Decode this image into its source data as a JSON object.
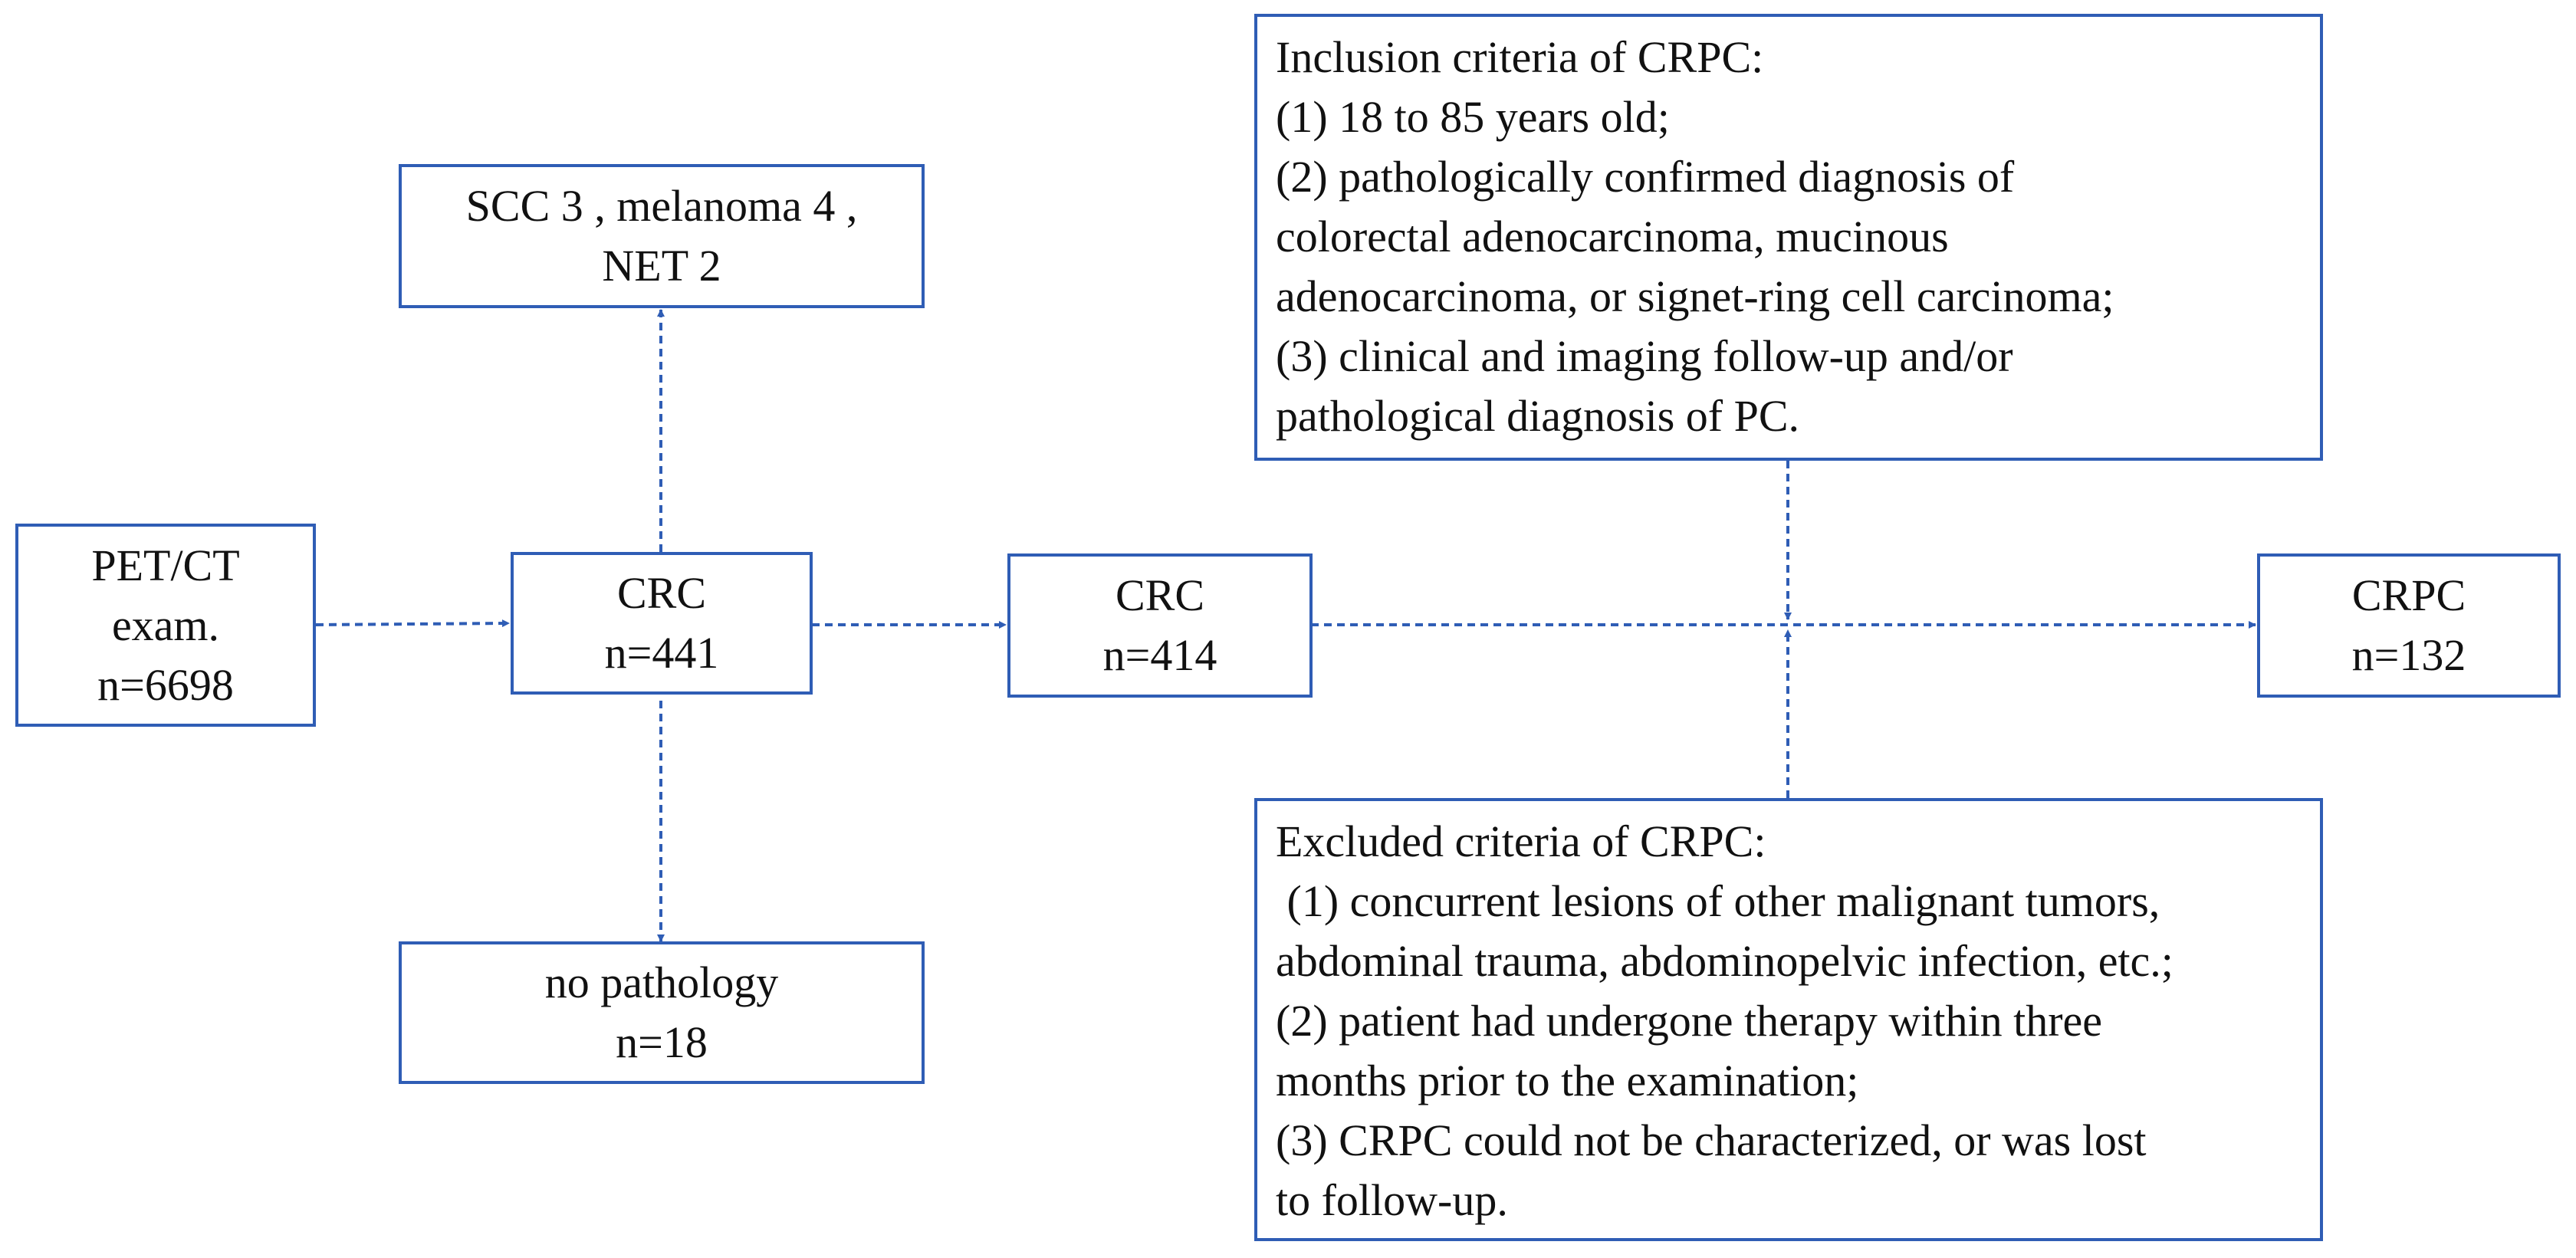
{
  "colors": {
    "stroke": "#2f5db5",
    "text": "#111111",
    "background": "#ffffff"
  },
  "nodes": {
    "pet": {
      "lines": [
        "PET/CT",
        "exam.",
        "n=6698"
      ]
    },
    "crc441": {
      "lines": [
        "CRC",
        "n=441"
      ]
    },
    "excluded_top": {
      "lines": [
        "SCC 3 , melanoma 4 ,",
        "NET 2"
      ]
    },
    "no_pathology": {
      "lines": [
        "no pathology",
        "n=18"
      ]
    },
    "crc414": {
      "lines": [
        "CRC",
        "n=414"
      ]
    },
    "crpc": {
      "lines": [
        "CRPC",
        "n=132"
      ]
    },
    "inclusion": {
      "lines": [
        "Inclusion criteria of CRPC:",
        "(1) 18 to 85 years old;",
        "(2) pathologically confirmed diagnosis of",
        "colorectal adenocarcinoma, mucinous",
        "adenocarcinoma, or signet-ring cell carcinoma;",
        "(3) clinical and imaging follow-up and/or",
        "pathological diagnosis of PC."
      ]
    },
    "exclusion": {
      "lines": [
        "Excluded criteria of CRPC:",
        " (1) concurrent lesions of other malignant tumors,",
        "abdominal trauma, abdominopelvic infection, etc.;",
        "(2) patient had undergone therapy within three",
        "months prior to the examination;",
        "(3) CRPC could not be characterized, or was lost",
        "to follow-up."
      ]
    }
  }
}
